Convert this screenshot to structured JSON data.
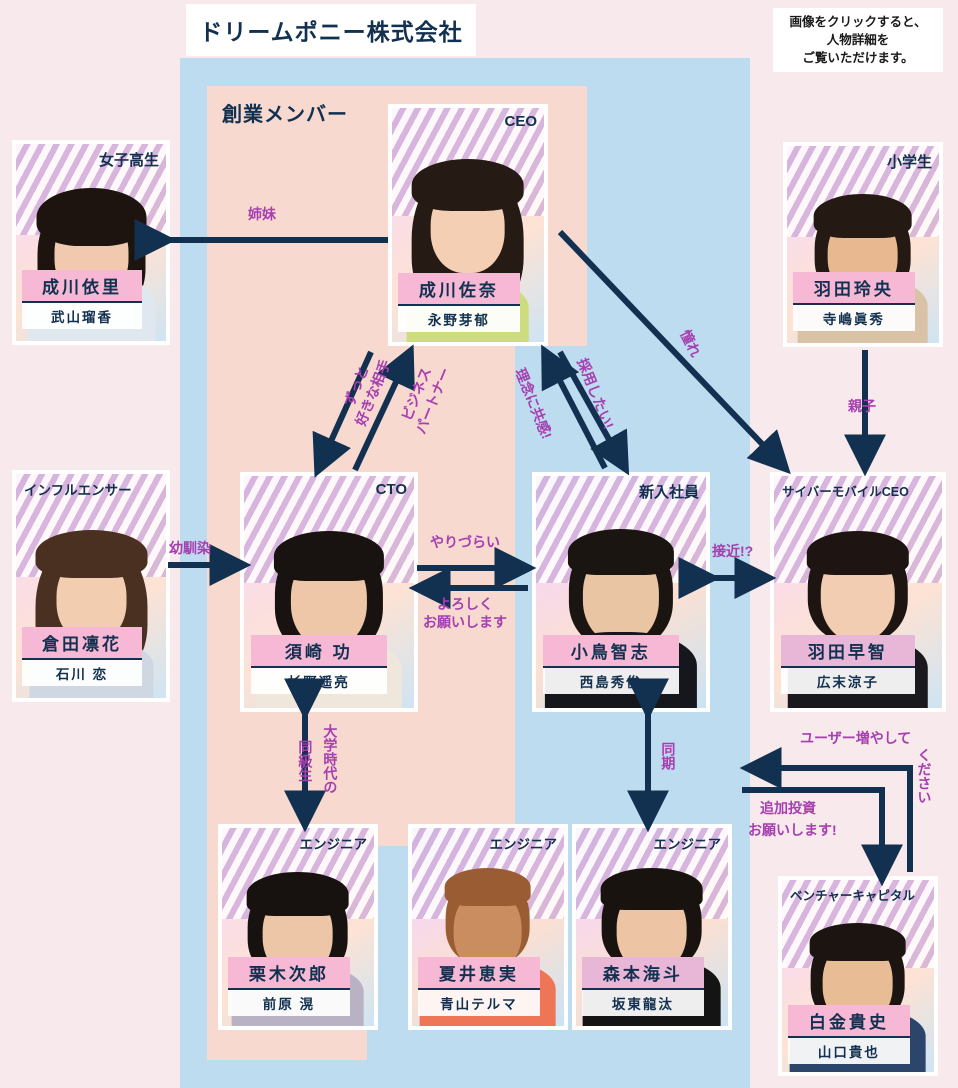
{
  "header": {
    "company_title": "ドリームポニー株式会社",
    "founder_group_label": "創業メンバー",
    "note_line1": "画像をクリックすると、",
    "note_line2": "人物詳細を",
    "note_line3": "ご覧いただけます。"
  },
  "colors": {
    "company_bg": "#bedcf0",
    "founder_bg": "#f7d9d0",
    "page_bg": "#f7e9ec",
    "label_text": "#a63fb0",
    "line": "#12304f",
    "name_bar": "#f6b8d4"
  },
  "characters": [
    {
      "id": "joshikousei",
      "role": "女子高生",
      "name": "成川依里",
      "actor": "武山瑠香"
    },
    {
      "id": "ceo",
      "role": "CEO",
      "name": "成川佐奈",
      "actor": "永野芽郁"
    },
    {
      "id": "shougakusei",
      "role": "小学生",
      "name": "羽田玲央",
      "actor": "寺嶋眞秀"
    },
    {
      "id": "influencer",
      "role": "インフルエンサー",
      "name": "倉田凛花",
      "actor": "石川 恋"
    },
    {
      "id": "cto",
      "role": "CTO",
      "name": "須崎 功",
      "actor": "杉野遥亮"
    },
    {
      "id": "shinnyu",
      "role": "新入社員",
      "name": "小鳥智志",
      "actor": "西島秀俊"
    },
    {
      "id": "cybermobile",
      "role": "サイバーモバイルCEO",
      "name": "羽田早智",
      "actor": "広末涼子"
    },
    {
      "id": "engineer1",
      "role": "エンジニア",
      "name": "栗木次郎",
      "actor": "前原 滉"
    },
    {
      "id": "engineer2",
      "role": "エンジニア",
      "name": "夏井恵実",
      "actor": "青山テルマ"
    },
    {
      "id": "engineer3",
      "role": "エンジニア",
      "name": "森本海斗",
      "actor": "坂東龍汰"
    },
    {
      "id": "vc",
      "role": "ベンチャーキャピタル",
      "name": "白金貴史",
      "actor": "山口貴也"
    }
  ],
  "relations": [
    {
      "id": "shimai",
      "label": "姉妹",
      "from": "joshikousei",
      "to": "ceo"
    },
    {
      "id": "suki",
      "label": "ずっと\n好きな相手",
      "from": "cto",
      "to": "ceo"
    },
    {
      "id": "business",
      "label": "ビジネス\nパートナー",
      "from": "ceo",
      "to": "cto"
    },
    {
      "id": "rinen",
      "label": "理念に共感!",
      "from": "shinnyu",
      "to": "ceo"
    },
    {
      "id": "saiyou",
      "label": "採用したい!",
      "from": "ceo",
      "to": "shinnyu"
    },
    {
      "id": "akogare",
      "label": "憧れ",
      "from": "ceo",
      "to": "cybermobile"
    },
    {
      "id": "oyako",
      "label": "親子",
      "from": "shougakusei",
      "to": "cybermobile"
    },
    {
      "id": "osananajimi",
      "label": "幼馴染",
      "from": "influencer",
      "to": "cto"
    },
    {
      "id": "yarizurai",
      "label": "やりづらい",
      "from": "cto",
      "to": "shinnyu"
    },
    {
      "id": "yoroshiku",
      "label": "よろしく\nお願いします",
      "from": "shinnyu",
      "to": "cto"
    },
    {
      "id": "sekkin",
      "label": "接近!?",
      "from": "shinnyu",
      "to": "cybermobile"
    },
    {
      "id": "daigaku",
      "label": "大学時代の",
      "from": "cto",
      "to": "engineer1"
    },
    {
      "id": "doukyuusei",
      "label": "同級生",
      "from": "cto",
      "to": "engineer1"
    },
    {
      "id": "douki",
      "label": "同期",
      "from": "shinnyu",
      "to": "engineer3"
    },
    {
      "id": "user",
      "label": "ユーザー増やして",
      "from": "vc",
      "to": "shinnyu"
    },
    {
      "id": "kudasai",
      "label": "ください",
      "from": "vc",
      "to": "shinnyu"
    },
    {
      "id": "toushi1",
      "label": "追加投資",
      "from": "cybermobile",
      "to": "vc"
    },
    {
      "id": "toushi2",
      "label": "お願いします!",
      "from": "cybermobile",
      "to": "vc"
    }
  ]
}
